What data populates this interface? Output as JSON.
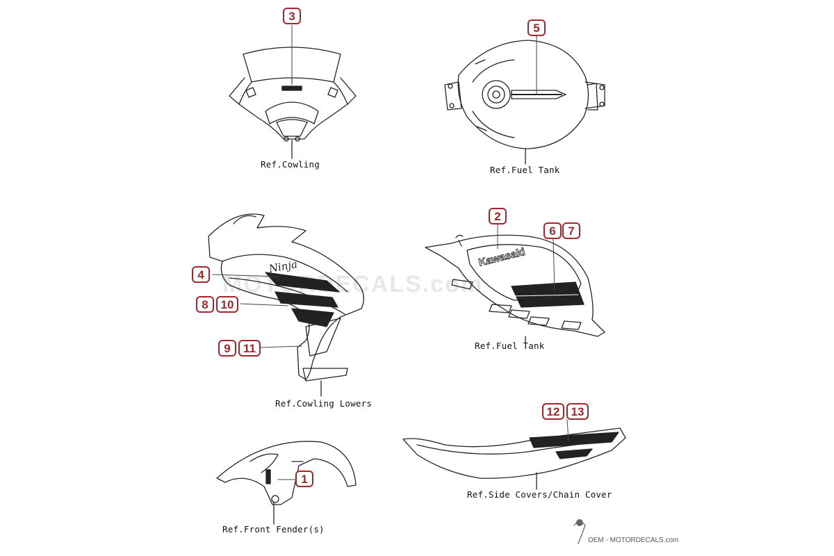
{
  "diagram": {
    "parts": [
      {
        "id": "cowling",
        "ref": "Ref.Cowling",
        "callouts": [
          "3"
        ]
      },
      {
        "id": "fuel-tank-top",
        "ref": "Ref.Fuel Tank",
        "callouts": [
          "5"
        ]
      },
      {
        "id": "cowling-lowers",
        "ref": "Ref.Cowling Lowers",
        "callouts": [
          "4",
          "8",
          "10",
          "9",
          "11"
        ]
      },
      {
        "id": "fuel-tank-side",
        "ref": "Ref.Fuel Tank",
        "callouts": [
          "2",
          "6",
          "7"
        ]
      },
      {
        "id": "front-fender",
        "ref": "Ref.Front Fender(s)",
        "callouts": [
          "1"
        ]
      },
      {
        "id": "side-covers",
        "ref": "Ref.Side Covers/Chain Cover",
        "callouts": [
          "12",
          "13"
        ]
      }
    ],
    "decal_text": {
      "kawasaki": "Kawasaki",
      "ninja": "Ninja"
    },
    "watermark": "MOTORDECALS.com",
    "footer": "OEM - MOTORDECALS.com",
    "colors": {
      "accent": "#a3262a",
      "line": "#222222"
    }
  }
}
